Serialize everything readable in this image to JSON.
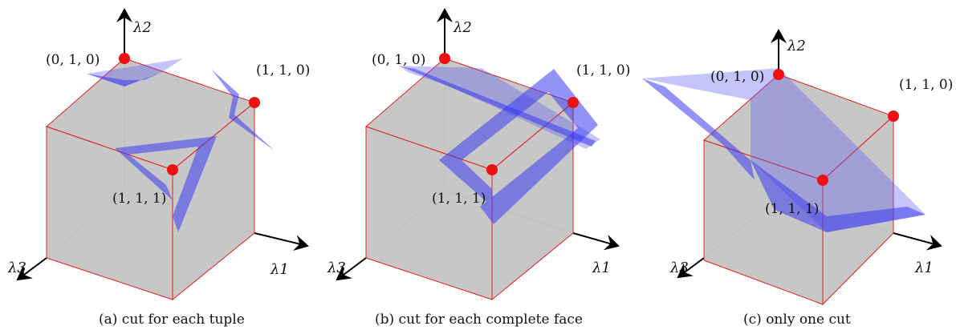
{
  "panels": [
    {
      "axis_labels": {
        "l1": "λ1",
        "l2": "λ2",
        "l3": "λ3"
      },
      "vertices": {
        "v010": "(0, 1, 0)",
        "v110": "(1, 1, 0)",
        "v111": "(1, 1, 1)"
      },
      "caption": "(a) cut for each tuple"
    },
    {
      "axis_labels": {
        "l1": "λ1",
        "l2": "λ2",
        "l3": "λ3"
      },
      "vertices": {
        "v010": "(0, 1, 0)",
        "v110": "(1, 1, 0)",
        "v111": "(1, 1, 1)"
      },
      "caption": "(b) cut for each complete face"
    },
    {
      "axis_labels": {
        "l1": "λ1",
        "l2": "λ2",
        "l3": "λ3"
      },
      "vertices": {
        "v010": "(0, 1, 0)",
        "v110": "(1, 1, 0)",
        "v111": "(1, 1, 1)"
      },
      "caption": "(c) only one cut"
    }
  ],
  "colors": {
    "cube_fill": "#bdbdbd",
    "cube_edge": "#e02020",
    "cut": "#3a3af0",
    "vertex": "#ee1111"
  }
}
